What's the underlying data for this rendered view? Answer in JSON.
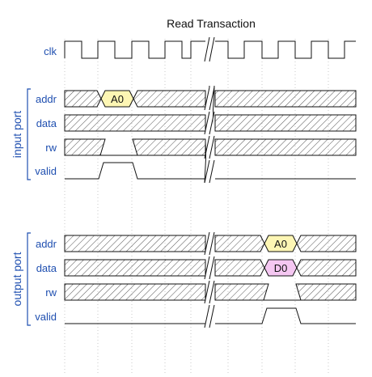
{
  "diagram": {
    "title": "Read Transaction",
    "clock_label": "clk",
    "groups": [
      {
        "name": "input port",
        "signals": [
          {
            "label": "addr",
            "kind": "bus",
            "value": "A0",
            "value_color": "#fdf6b4"
          },
          {
            "label": "data",
            "kind": "bus-dontcare"
          },
          {
            "label": "rw",
            "kind": "bus-bit-low"
          },
          {
            "label": "valid",
            "kind": "bit-high"
          }
        ]
      },
      {
        "name": "output port",
        "signals": [
          {
            "label": "addr",
            "kind": "bus",
            "value": "A0",
            "value_color": "#fdf6b4"
          },
          {
            "label": "data",
            "kind": "bus",
            "value": "D0",
            "value_color": "#f5c7f2"
          },
          {
            "label": "rw",
            "kind": "bus-bit-low"
          },
          {
            "label": "valid",
            "kind": "bit-high"
          }
        ]
      }
    ],
    "colors": {
      "signal_label": "#1f4fb0",
      "hatch": "#555555",
      "grid": "#c8c8c8"
    }
  }
}
